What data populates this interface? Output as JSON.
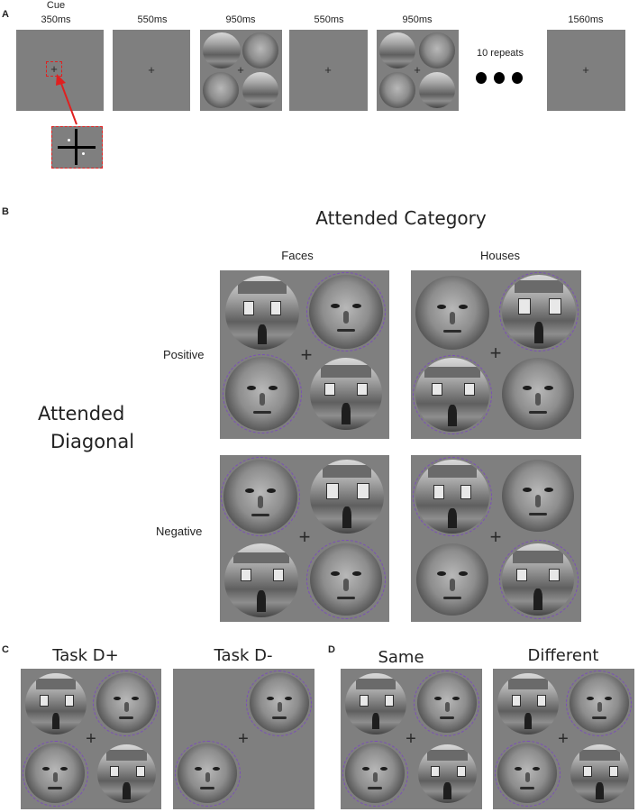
{
  "panels": {
    "a": "A",
    "b": "B",
    "c": "C",
    "d": "D"
  },
  "panel_a": {
    "cue_label": "Cue",
    "timings": [
      "350ms",
      "550ms",
      "950ms",
      "550ms",
      "950ms",
      "1560ms"
    ],
    "repeats_label": "10 repeats",
    "fixation": "+"
  },
  "panel_b": {
    "title": "Attended Category",
    "col_faces": "Faces",
    "col_houses": "Houses",
    "row_positive": "Positive",
    "row_negative": "Negative",
    "row_axis_line1": "Attended",
    "row_axis_line2": "Diagonal"
  },
  "panel_c": {
    "task_plus": "Task D+",
    "task_minus": "Task D-"
  },
  "panel_d": {
    "same": "Same",
    "different": "Different"
  },
  "colors": {
    "screen_gray": "#7f7f7f",
    "cue_red": "#e02020",
    "attention_purple": "#7b4fb8"
  }
}
